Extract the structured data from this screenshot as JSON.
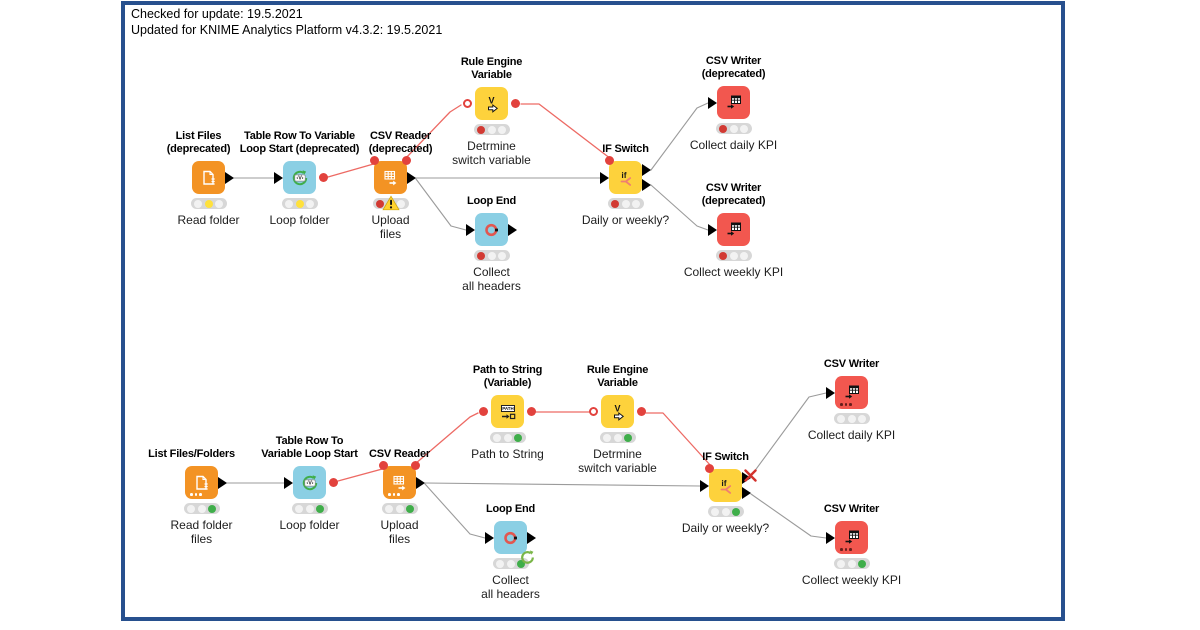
{
  "header": {
    "line1": "Checked for update: 19.5.2021",
    "line2": "Updated for KNIME Analytics Platform v4.3.2: 19.5.2021"
  },
  "colors": {
    "frame_border": "#27508e",
    "node_orange": "#f39324",
    "node_blue": "#8bcfe4",
    "node_yellow": "#fdd23c",
    "node_red": "#f2574f",
    "wire_data": "#9b9b9b",
    "wire_flow_variable": "#ed6a64",
    "flow_port_red": "#e2423d",
    "light_red": "#d23a33",
    "light_yellow": "#ffe13b",
    "light_green": "#3fae4a"
  },
  "icon_glyphs": {
    "variable_v": "V",
    "if_label": "if",
    "path_label": "PATH",
    "loop_start_label": "‹V›"
  },
  "nodes": {
    "t1": {
      "title1": "List Files",
      "title2": "(deprecated)",
      "caption1": "Read folder",
      "caption2": "",
      "icon": "list-files-icon",
      "status": "yellow"
    },
    "t2": {
      "title1": "Table Row To Variable",
      "title2": "Loop Start (deprecated)",
      "caption1": "Loop folder",
      "caption2": "",
      "icon": "loop-start-icon",
      "status": "yellow"
    },
    "t3": {
      "title1": "CSV Reader",
      "title2": "(deprecated)",
      "caption1": "Upload",
      "caption2": "files",
      "icon": "csv-reader-icon",
      "status": "red",
      "warning": true
    },
    "t4": {
      "title1": "Rule Engine",
      "title2": "Variable",
      "caption1": "Detrmine",
      "caption2": "switch variable",
      "icon": "rule-engine-variable-icon",
      "status": "red"
    },
    "t5": {
      "title1": "IF Switch",
      "title2": "",
      "caption1": "Daily or weekly?",
      "caption2": "",
      "icon": "if-switch-icon",
      "status": "red"
    },
    "t6": {
      "title1": "CSV Writer",
      "title2": "(deprecated)",
      "caption1": "Collect daily KPI",
      "caption2": "",
      "icon": "csv-writer-icon",
      "status": "red"
    },
    "t7": {
      "title1": "CSV Writer",
      "title2": "(deprecated)",
      "caption1": "Collect weekly KPI",
      "caption2": "",
      "icon": "csv-writer-icon",
      "status": "red"
    },
    "t8": {
      "title1": "Loop End",
      "title2": "",
      "caption1": "Collect",
      "caption2": "all headers",
      "icon": "loop-end-icon",
      "status": "red"
    },
    "b1": {
      "title1": "List Files/Folders",
      "title2": "",
      "caption1": "Read folder",
      "caption2": "files",
      "icon": "list-files-icon",
      "status": "green"
    },
    "b2": {
      "title1": "Table Row To",
      "title2": "Variable Loop Start",
      "caption1": "Loop folder",
      "caption2": "",
      "icon": "loop-start-icon",
      "status": "green"
    },
    "b3": {
      "title1": "CSV Reader",
      "title2": "",
      "caption1": "Upload",
      "caption2": "files",
      "icon": "csv-reader-icon",
      "status": "green"
    },
    "b4": {
      "title1": "Path to String",
      "title2": "(Variable)",
      "caption1": "Path to String",
      "caption2": "",
      "icon": "path-to-string-icon",
      "status": "green"
    },
    "b5": {
      "title1": "Rule Engine",
      "title2": "Variable",
      "caption1": "Detrmine",
      "caption2": "switch variable",
      "icon": "rule-engine-variable-icon",
      "status": "green"
    },
    "b6": {
      "title1": "IF Switch",
      "title2": "",
      "caption1": "Daily or weekly?",
      "caption2": "",
      "icon": "if-switch-icon",
      "status": "green",
      "inactive_branch": true
    },
    "b7": {
      "title1": "CSV Writer",
      "title2": "",
      "caption1": "Collect daily KPI",
      "caption2": "",
      "icon": "csv-writer-icon",
      "status": "none"
    },
    "b8": {
      "title1": "CSV Writer",
      "title2": "",
      "caption1": "Collect weekly KPI",
      "caption2": "",
      "icon": "csv-writer-icon",
      "status": "green"
    },
    "b9": {
      "title1": "Loop End",
      "title2": "",
      "caption1": "Collect",
      "caption2": "all headers",
      "icon": "loop-end-icon",
      "status": "green",
      "loop_badge": true
    }
  },
  "connections": [
    {
      "from": "List Files (deprecated)",
      "to": "Table Row To Variable Loop Start (deprecated)",
      "type": "data"
    },
    {
      "from": "Table Row To Variable Loop Start (deprecated)",
      "to": "CSV Reader (deprecated)",
      "type": "flow-variable"
    },
    {
      "from": "CSV Reader (deprecated)",
      "to": "Rule Engine Variable",
      "type": "flow-variable"
    },
    {
      "from": "Rule Engine Variable",
      "to": "IF Switch",
      "type": "flow-variable"
    },
    {
      "from": "CSV Reader (deprecated)",
      "to": "IF Switch",
      "type": "data"
    },
    {
      "from": "CSV Reader (deprecated)",
      "to": "Loop End",
      "type": "data"
    },
    {
      "from": "IF Switch",
      "to": "CSV Writer (deprecated) daily",
      "type": "data"
    },
    {
      "from": "IF Switch",
      "to": "CSV Writer (deprecated) weekly",
      "type": "data"
    },
    {
      "from": "List Files/Folders",
      "to": "Table Row To Variable Loop Start",
      "type": "data"
    },
    {
      "from": "Table Row To Variable Loop Start",
      "to": "CSV Reader",
      "type": "flow-variable"
    },
    {
      "from": "CSV Reader",
      "to": "Path to String (Variable)",
      "type": "flow-variable"
    },
    {
      "from": "Path to String (Variable)",
      "to": "Rule Engine Variable",
      "type": "flow-variable"
    },
    {
      "from": "Rule Engine Variable",
      "to": "IF Switch",
      "type": "flow-variable"
    },
    {
      "from": "CSV Reader",
      "to": "IF Switch",
      "type": "data"
    },
    {
      "from": "CSV Reader",
      "to": "Loop End",
      "type": "data"
    },
    {
      "from": "IF Switch",
      "to": "CSV Writer daily",
      "type": "data",
      "inactive": true
    },
    {
      "from": "IF Switch",
      "to": "CSV Writer weekly",
      "type": "data"
    }
  ]
}
